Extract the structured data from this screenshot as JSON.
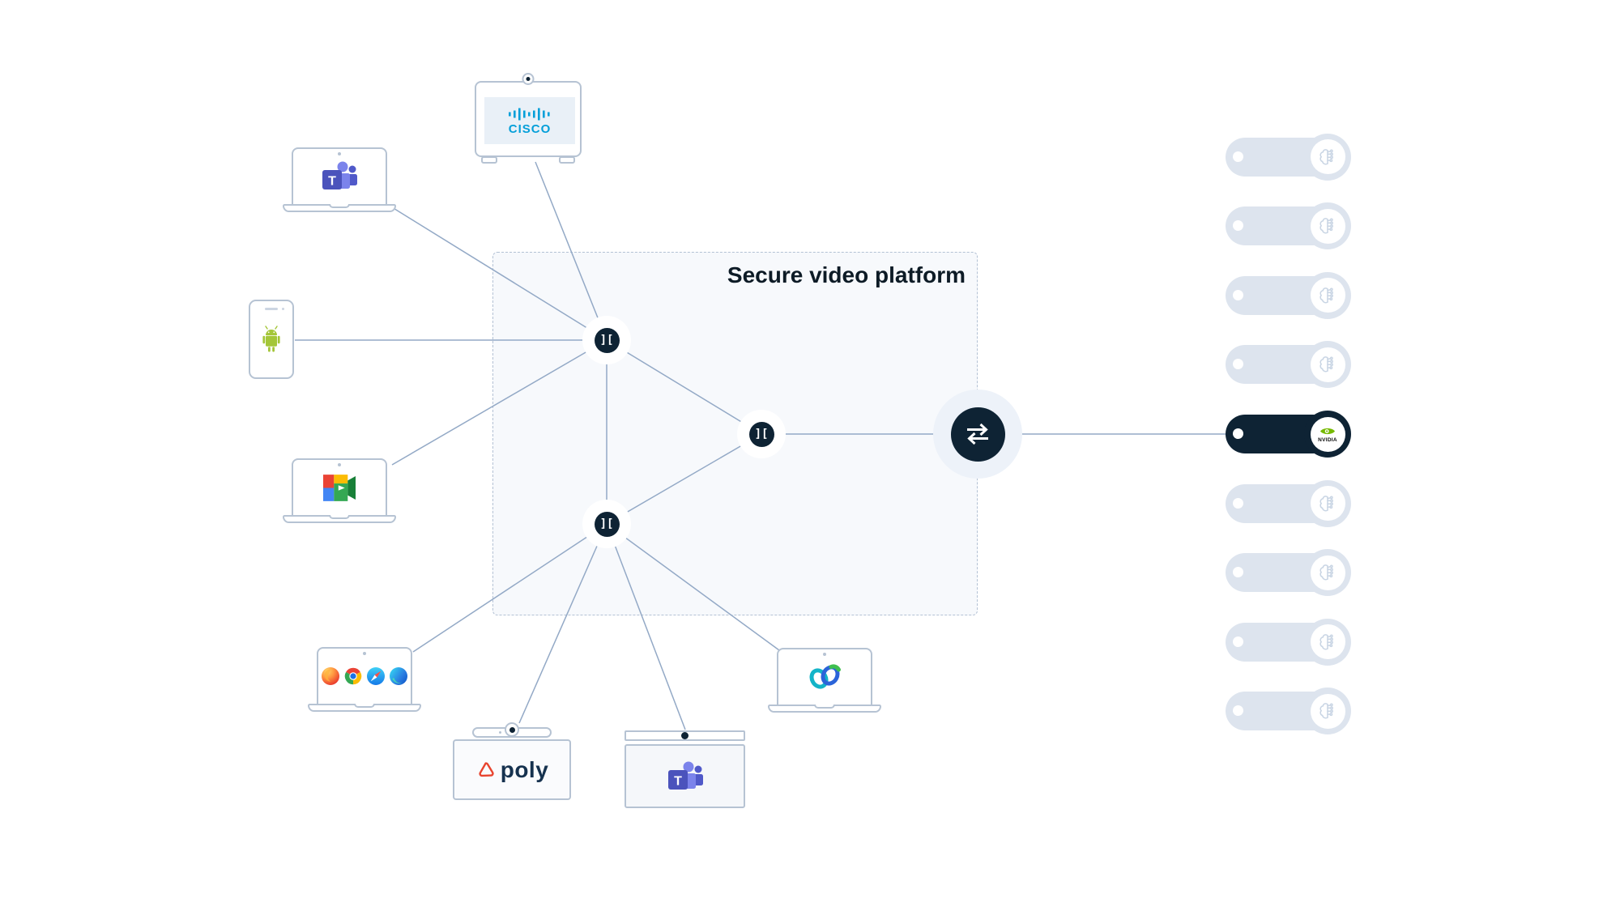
{
  "platform_box": {
    "label": "Secure video platform"
  },
  "colors": {
    "navy": "#0e2334",
    "line": "#93a9c6",
    "device_border": "#b6c3d3",
    "box_fill": "#f7f9fc",
    "box_border": "#b3c1d4",
    "pill_gray": "#dde4ee",
    "pill_icon": "#c9d5e4",
    "halo": "#edf2f9",
    "cisco_blue": "#049fd9",
    "nvidia_green": "#76b900",
    "poly_red": "#e8442f",
    "poly_text": "#16324f"
  },
  "devices": [
    {
      "id": "cisco-room-device",
      "type": "monitor",
      "icon": "cisco-logo",
      "logo_text": "cisco"
    },
    {
      "id": "teams-laptop",
      "type": "laptop",
      "icon": "microsoft-teams-logo",
      "logo_text": "T"
    },
    {
      "id": "android-phone",
      "type": "phone",
      "icon": "android-logo"
    },
    {
      "id": "google-meet-laptop",
      "type": "laptop",
      "icon": "google-meet-logo"
    },
    {
      "id": "browsers-laptop",
      "type": "laptop",
      "icon": "browser-logos",
      "browsers": [
        "firefox",
        "chrome",
        "safari",
        "edge"
      ]
    },
    {
      "id": "poly-room-device",
      "type": "video-bar",
      "icon": "poly-logo",
      "logo_text": "poly"
    },
    {
      "id": "teams-room-device",
      "type": "video-bar",
      "icon": "microsoft-teams-logo",
      "logo_text": "T"
    },
    {
      "id": "webex-laptop",
      "type": "laptop",
      "icon": "webex-logo"
    }
  ],
  "nodes": [
    {
      "id": "node-top",
      "icon": "pexip-brackets",
      "glyph": "]["
    },
    {
      "id": "node-middle",
      "icon": "pexip-brackets",
      "glyph": "]["
    },
    {
      "id": "node-bottom",
      "icon": "pexip-brackets",
      "glyph": "]["
    }
  ],
  "hub": {
    "id": "interop-exchange",
    "icon": "bidirectional-arrows"
  },
  "right_rail": {
    "pills": [
      {
        "id": "pill-1",
        "active": false,
        "icon": "ai-brain"
      },
      {
        "id": "pill-2",
        "active": false,
        "icon": "ai-brain"
      },
      {
        "id": "pill-3",
        "active": false,
        "icon": "ai-brain"
      },
      {
        "id": "pill-4",
        "active": false,
        "icon": "ai-brain"
      },
      {
        "id": "pill-5",
        "active": true,
        "icon": "nvidia-logo",
        "label": "NVIDIA"
      },
      {
        "id": "pill-6",
        "active": false,
        "icon": "ai-brain"
      },
      {
        "id": "pill-7",
        "active": false,
        "icon": "ai-brain"
      },
      {
        "id": "pill-8",
        "active": false,
        "icon": "ai-brain"
      },
      {
        "id": "pill-9",
        "active": false,
        "icon": "ai-brain"
      }
    ]
  }
}
